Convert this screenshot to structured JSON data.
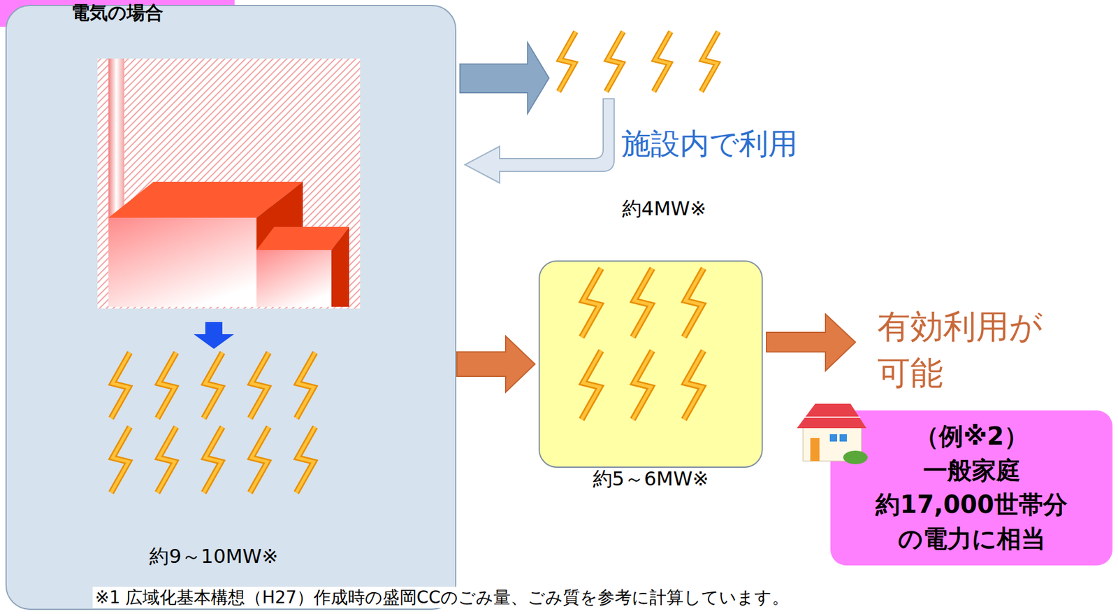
{
  "diagram": {
    "nodes": [
      {
        "text": [
          "電気の場合"
        ]
      },
      {
        "text": [
          "約9～10MW※"
        ]
      },
      {
        "text": [
          "約5～6MW※"
        ]
      },
      {
        "text": [
          "（例※2）",
          "一般家庭 約17,000世帯分 の電力に相当"
        ]
      }
    ],
    "edges": [
      {
        "from": 1,
        "to": 2,
        "arrow": "to"
      }
    ],
    "labels": [
      "施設内で利用",
      "約4MW※",
      "有効利用が 可能",
      "※1 広域化基本構想（H27）作成時の盛岡CCのごみ量、ごみ質を参考に計算しています。"
    ]
  }
}
